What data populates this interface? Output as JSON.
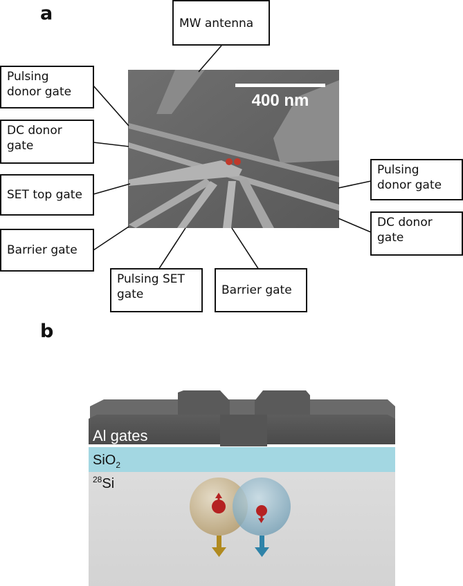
{
  "panel_a": {
    "letter": "a",
    "scale_bar": "400 nm",
    "labels": {
      "mw_antenna": "MW antenna",
      "pulsing_donor_gate_left": "Pulsing\ndonor gate",
      "dc_donor_gate_left": "DC donor\ngate",
      "set_top_gate": "SET top gate",
      "barrier_gate_left": "Barrier gate",
      "pulsing_set_gate": "Pulsing SET\ngate",
      "barrier_gate_bottom": "Barrier gate",
      "pulsing_donor_gate_right": "Pulsing\ndonor gate",
      "dc_donor_gate_right": "DC donor\ngate"
    }
  },
  "panel_b": {
    "letter": "b",
    "al_gates": "Al gates",
    "sio2_base": "SiO",
    "sio2_sub": "2",
    "si_sup": "28",
    "si_base": "Si"
  }
}
